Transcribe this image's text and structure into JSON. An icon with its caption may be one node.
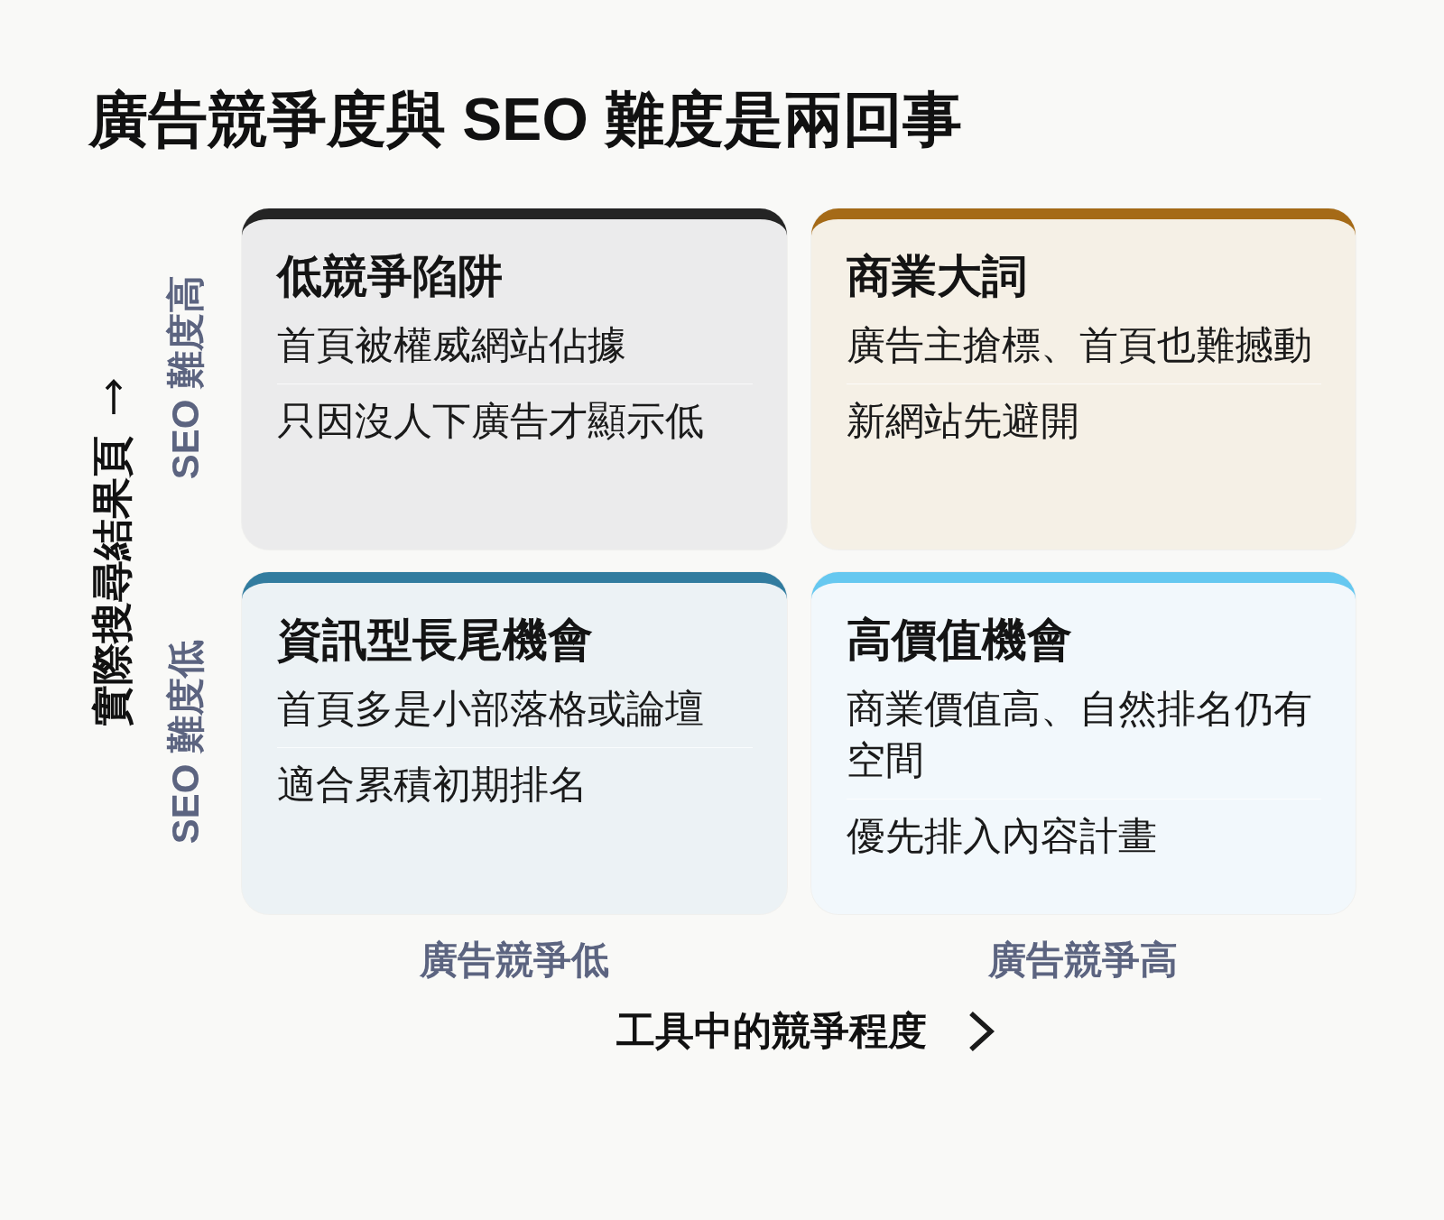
{
  "diagram": {
    "title": "廣告競爭度與 SEO 難度是兩回事",
    "nodes": [
      {
        "text": [
          "低競爭陷阱",
          "首頁被權威網站佔據",
          "只因沒人下廣告才顯示低"
        ]
      },
      {
        "text": [
          "商業大詞",
          "廣告主搶標、首頁也難撼動",
          "新網站先避開"
        ]
      },
      {
        "text": [
          "資訊型長尾機會",
          "首頁多是小部落格或論壇",
          "適合累積初期排名"
        ]
      },
      {
        "text": [
          "高價值機會",
          "商業價值高、自然排名仍有空間",
          "優先排入內容計畫"
        ]
      }
    ],
    "labels": [
      "SEO 難度高",
      "SEO 難度低",
      "實際搜尋結果頁",
      "廣告競爭低",
      "廣告競爭高",
      "工具中的競爭程度"
    ]
  }
}
